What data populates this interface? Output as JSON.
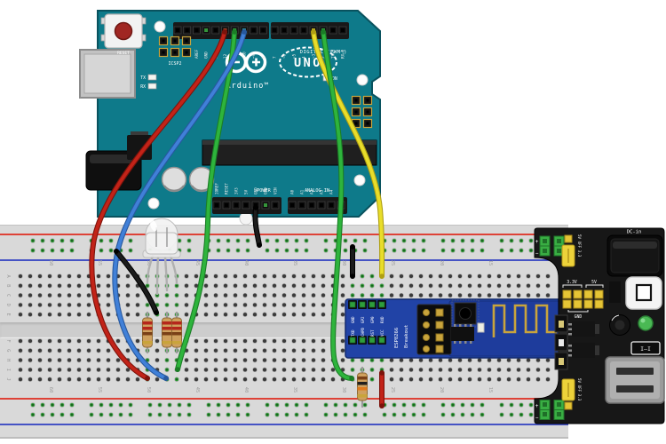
{
  "arduino": {
    "board_color": "#0e7a8a",
    "labels": {
      "brand": "Arduino™",
      "model": "UNO",
      "digital": "DIGITAL (PWM~)",
      "power": "POWER",
      "analog": "ANALOG IN",
      "reset": "RESET",
      "icsp2": "ICSP2",
      "tx": "TX",
      "rx": "RX",
      "on": "ON"
    },
    "digital_pins_left": [
      "",
      "",
      "AREF",
      "GND",
      "13",
      "12",
      "~11",
      "~10",
      "~9",
      "8"
    ],
    "digital_pins_right": [
      "7",
      "~6",
      "~5",
      "4",
      "~3",
      "2",
      "TX→1",
      "RX←0"
    ],
    "power_pins": [
      "IOREF",
      "RESET",
      "3V3",
      "5V",
      "GND",
      "GND",
      "VIN"
    ],
    "analog_pins": [
      "A0",
      "A1",
      "A2",
      "A3",
      "A4",
      "A5"
    ]
  },
  "breadboard": {
    "column_labels": [
      "60",
      "55",
      "50",
      "45",
      "40",
      "35",
      "30",
      "25",
      "20",
      "15"
    ],
    "row_labels_top": [
      "A",
      "B",
      "C",
      "D",
      "E"
    ],
    "row_labels_bottom": [
      "F",
      "G",
      "H",
      "I",
      "J"
    ],
    "connected_columns_top": [
      50,
      49,
      48,
      47,
      29,
      28,
      27,
      26
    ],
    "connected_columns_bottom": [
      50,
      48,
      47,
      29,
      28,
      27,
      26
    ]
  },
  "esp_breakout": {
    "title": "ESP8266",
    "subtitle": "Breakout",
    "pins_top": [
      "GND",
      "GP2",
      "GP0",
      "RXD"
    ],
    "pins_bottom": [
      "TXD",
      "CHPD",
      "RST",
      "VCC"
    ],
    "board_color": "#2143a6"
  },
  "power_module": {
    "dc_in": "DC-in",
    "jumper_top": "5V OFF 3.3",
    "jumper_bottom": "5V OFF 3.3",
    "rail_3v3": "3.3V",
    "rail_5v": "5V",
    "rail_gnd": "GND",
    "plus": "+",
    "minus": "−",
    "switch_icon": "I—I"
  },
  "components": {
    "rgb_led": {
      "type": "RGB LED",
      "lens": "clear",
      "legs": 4
    },
    "resistors_220": [
      {
        "bands": [
          "red",
          "red",
          "brown",
          "gold"
        ]
      },
      {
        "bands": [
          "red",
          "red",
          "brown",
          "gold"
        ]
      },
      {
        "bands": [
          "red",
          "red",
          "brown",
          "gold"
        ]
      }
    ],
    "resistor_10k": {
      "bands": [
        "brown",
        "black",
        "orange",
        "gold"
      ]
    }
  },
  "wires": [
    {
      "id": "wire-red",
      "color": "red",
      "hex": "#c22318",
      "from": "Arduino pin 12",
      "to": "breadboard col 50 row J (LED red leg)"
    },
    {
      "id": "wire-green-11",
      "color": "green",
      "hex": "#2eb43c",
      "from": "Arduino pin ~11",
      "to": "breadboard col 47 row I"
    },
    {
      "id": "wire-blue",
      "color": "blue",
      "hex": "#4080d8",
      "from": "Arduino pin ~10",
      "to": "breadboard col 48 row J"
    },
    {
      "id": "wire-yellow",
      "color": "yellow",
      "hex": "#e8dd2a",
      "from": "Arduino pin ~3",
      "to": "ESP8266 RXD column row A"
    },
    {
      "id": "wire-green-2",
      "color": "green",
      "hex": "#2eb43c",
      "from": "Arduino pin 2",
      "to": "ESP8266 TXD column row J"
    },
    {
      "id": "wire-black-gnd",
      "color": "black",
      "hex": "#1c1c1c",
      "from": "Arduino GND",
      "to": "top ground rail"
    },
    {
      "id": "jumper-black-led",
      "color": "black",
      "hex": "#1c1c1c",
      "from": "top ground rail",
      "to": "LED cathode col 49 row E"
    },
    {
      "id": "jumper-black-esp",
      "color": "black",
      "hex": "#1c1c1c",
      "from": "top ground rail",
      "to": "ESP8266 GND column row A"
    },
    {
      "id": "jumper-red-vcc",
      "color": "red",
      "hex": "#c22318",
      "from": "ESP8266 VCC column row I",
      "to": "bottom + rail"
    }
  ]
}
